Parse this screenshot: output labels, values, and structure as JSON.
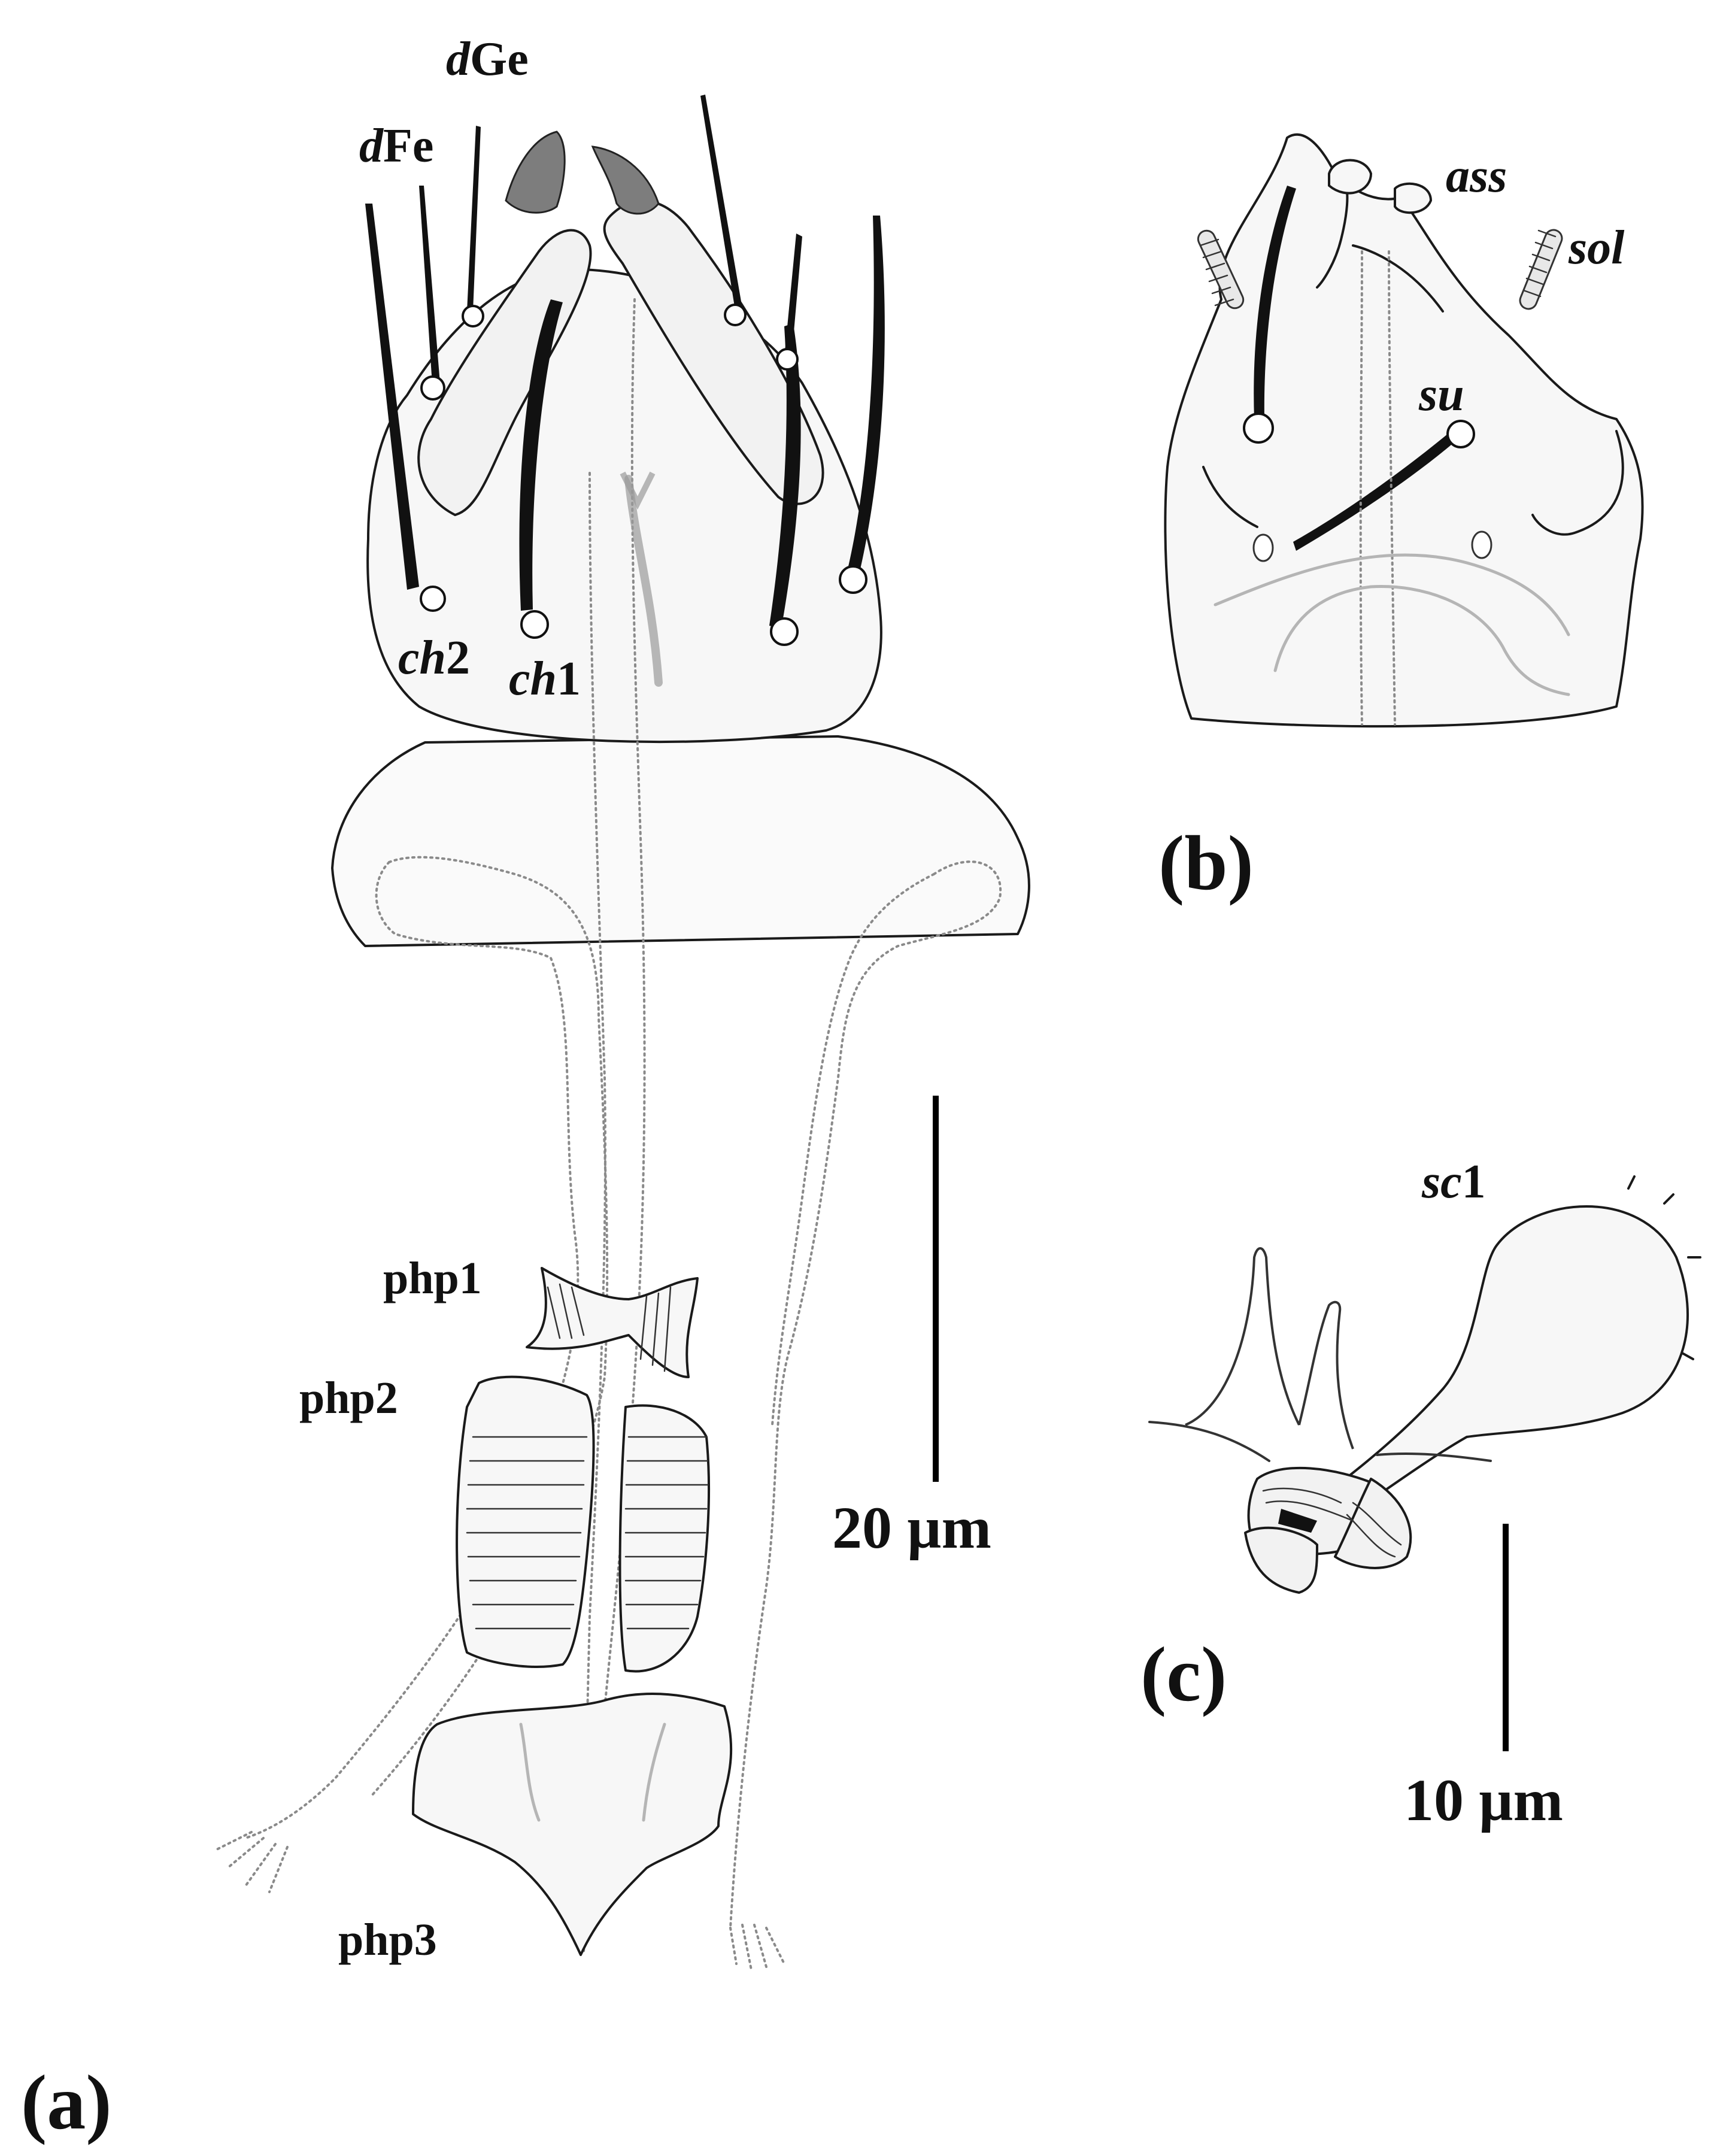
{
  "figure": {
    "panel_a": {
      "panel_label": "(a)",
      "labels": {
        "dGe_prefix": "d",
        "dGe_suffix": "Ge",
        "dFe_prefix": "d",
        "dFe_suffix": "Fe",
        "ch2_prefix": "ch",
        "ch2_suffix": "2",
        "ch1_prefix": "ch",
        "ch1_suffix": "1",
        "php1": "php1",
        "php2": "php2",
        "php3": "php3"
      },
      "scale_label": "20 µm"
    },
    "panel_b": {
      "panel_label": "(b)",
      "labels": {
        "ass": "ass",
        "sol": "sol",
        "su": "su"
      }
    },
    "panel_c": {
      "panel_label": "(c)",
      "labels": {
        "sc1_prefix": "sc",
        "sc1_suffix": "1"
      },
      "scale_label": "10 µm"
    },
    "colors": {
      "ink": "#111111",
      "claw": "#7d7d7d",
      "membrane": "#8a8a8a"
    }
  }
}
